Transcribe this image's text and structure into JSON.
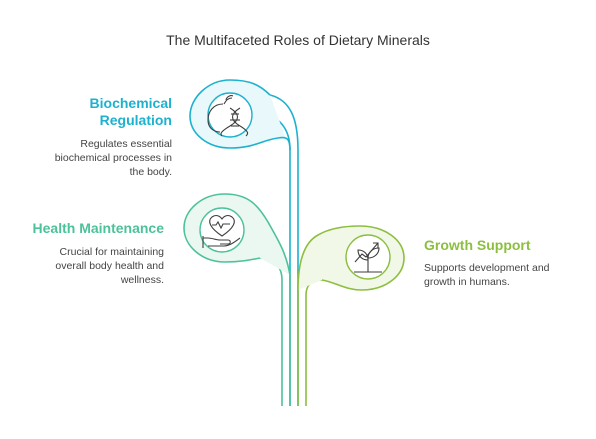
{
  "title": "The Multifaceted Roles of Dietary Minerals",
  "colors": {
    "biochemical": "#1cb2cf",
    "health": "#4cc29a",
    "growth": "#8cbf3f"
  },
  "items": [
    {
      "heading": "Biochemical\nRegulation",
      "description": "Regulates essential\nbiochemical processes in\nthe body.",
      "icon": "dna-apple-icon"
    },
    {
      "heading": "Health Maintenance",
      "description": "Crucial for maintaining\noverall body health and\nwellness.",
      "icon": "heart-hand-icon"
    },
    {
      "heading": "Growth Support",
      "description": "Supports development and\ngrowth in humans.",
      "icon": "growth-plant-icon"
    }
  ]
}
